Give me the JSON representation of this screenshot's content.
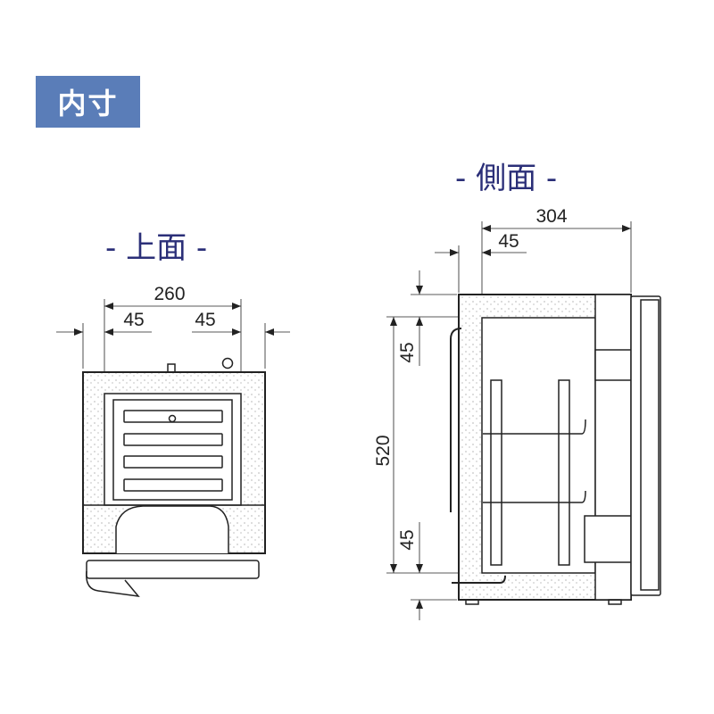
{
  "badge": "内寸",
  "top_view": {
    "title": "- 上面 -",
    "dims": {
      "width": "260",
      "left_wall": "45",
      "right_wall": "45"
    }
  },
  "side_view": {
    "title": "- 側面 -",
    "dims": {
      "depth": "304",
      "rear_wall": "45",
      "height": "520",
      "top_wall": "45",
      "bottom_wall": "45"
    }
  },
  "colors": {
    "badge": "#5a7db8",
    "title": "#2b2f78",
    "line": "#222222"
  }
}
